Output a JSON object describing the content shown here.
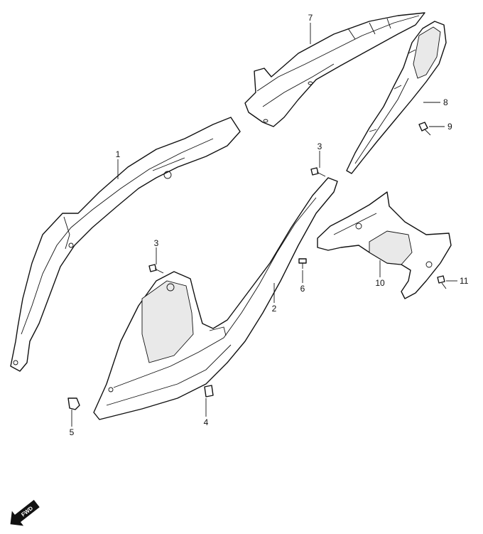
{
  "callouts": [
    {
      "id": "1",
      "label": "1"
    },
    {
      "id": "2",
      "label": "2"
    },
    {
      "id": "3a",
      "label": "3"
    },
    {
      "id": "3b",
      "label": "3"
    },
    {
      "id": "4",
      "label": "4"
    },
    {
      "id": "5",
      "label": "5"
    },
    {
      "id": "6",
      "label": "6"
    },
    {
      "id": "7",
      "label": "7"
    },
    {
      "id": "8",
      "label": "8"
    },
    {
      "id": "9",
      "label": "9"
    },
    {
      "id": "10",
      "label": "10"
    },
    {
      "id": "11",
      "label": "11"
    }
  ],
  "fwd_indicator": {
    "text": "FWD"
  },
  "colors": {
    "line": "#111111",
    "background": "#ffffff"
  }
}
